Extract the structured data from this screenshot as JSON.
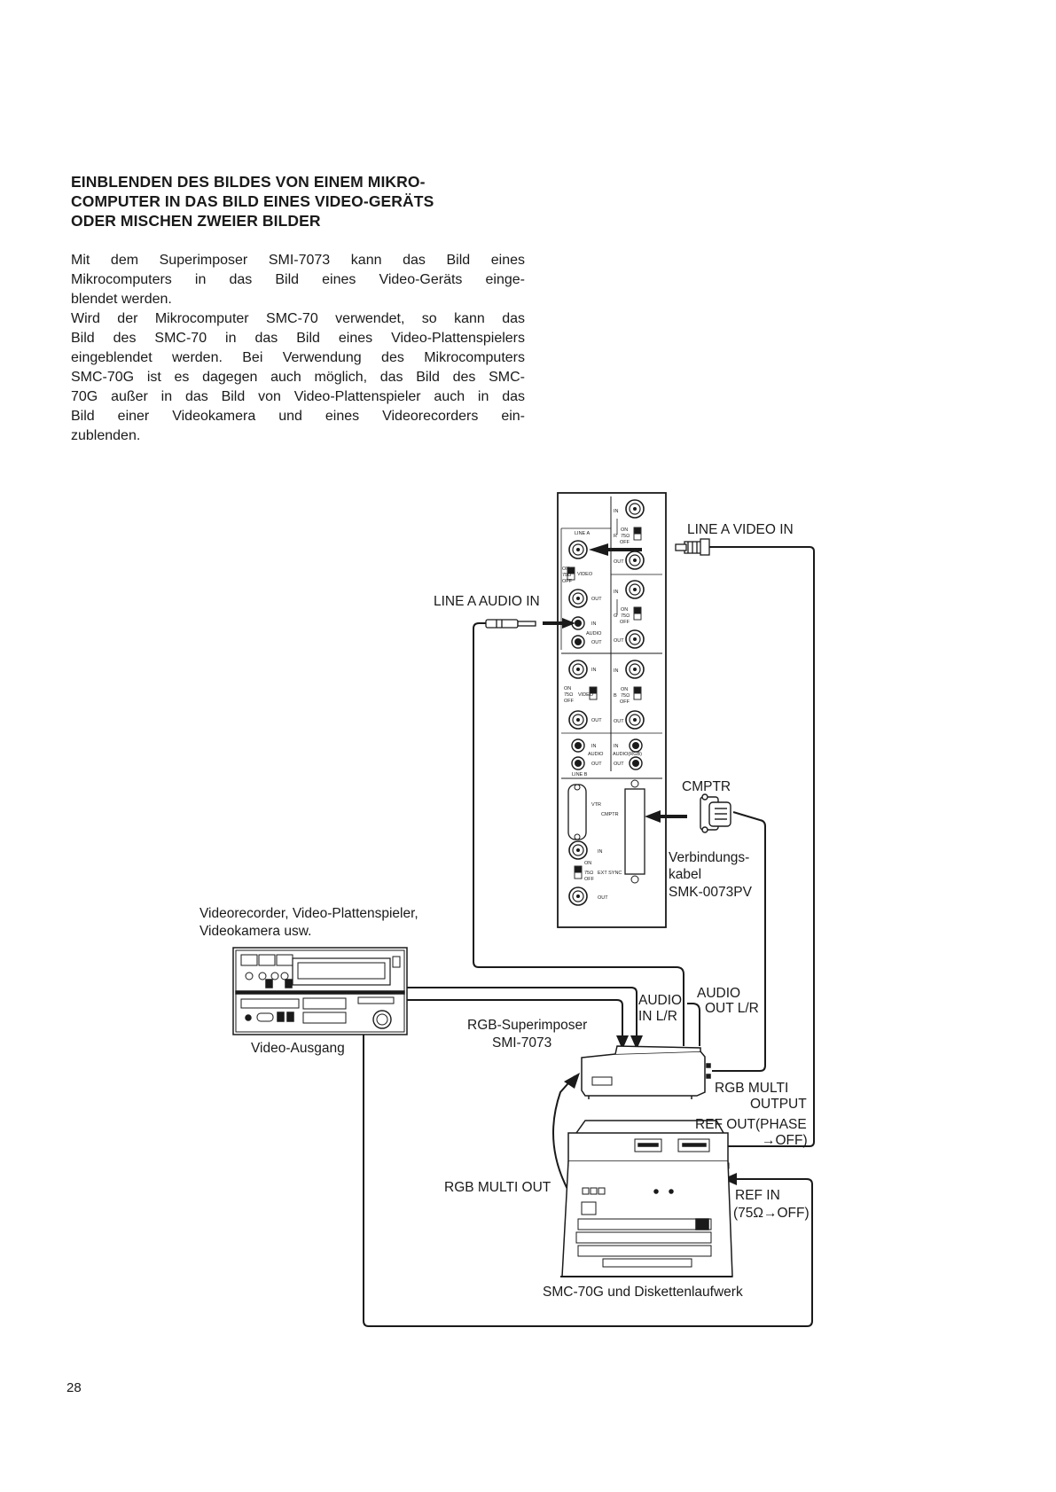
{
  "heading": {
    "lines": [
      "EINBLENDEN DES BILDES VON EINEM MIKRO-",
      "COMPUTER IN DAS BILD EINES VIDEO-GERÄTS",
      "ODER MISCHEN ZWEIER BILDER"
    ]
  },
  "body": {
    "lines": [
      "Mit dem Superimposer SMI-7073 kann das Bild eines",
      "Mikrocomputers in das Bild eines Video-Geräts einge-",
      "blendet werden.",
      "Wird der Mikrocomputer SMC-70 verwendet, so kann das",
      "Bild des SMC-70 in das Bild eines Video-Plattenspielers",
      "eingeblendet werden. Bei Verwendung des Mikrocomputers",
      "SMC-70G ist es dagegen auch möglich, das Bild des SMC-",
      "70G außer in das Bild von Video-Plattenspieler auch in das",
      "Bild einer Videokamera und eines Videorecorders ein-",
      "zublenden."
    ]
  },
  "diagram": {
    "labels": {
      "line_a_video_in": "LINE A VIDEO IN",
      "line_a_audio_in": "LINE A AUDIO IN",
      "cmptr": "CMPTR",
      "cable_1": "Verbindungs-",
      "cable_2": "kabel",
      "cable_3": "SMK-0073PV",
      "vcr_1": "Videorecorder, Video-Plattenspieler,",
      "vcr_2": "Videokamera usw.",
      "video_out": "Video-Ausgang",
      "audio_in_1": "AUDIO",
      "audio_in_2": "IN L/R",
      "audio_out_1": "AUDIO",
      "audio_out_2": "OUT L/R",
      "superimposer_1": "RGB-Superimposer",
      "superimposer_2": "SMI-7073",
      "rgb_multi_output_1": "RGB MULTI",
      "rgb_multi_output_2": "OUTPUT",
      "ref_out_1": "REF OUT(PHASE",
      "ref_out_2": "→OFF)",
      "rgb_multi_out": "RGB MULTI OUT",
      "ref_in_1": "REF IN",
      "ref_in_2": "(75Ω→OFF)",
      "computer": "SMC-70G und Diskettenlaufwerk"
    },
    "panel_labels": {
      "in": "IN",
      "out": "OUT",
      "on": "ON",
      "off": "OFF",
      "ohm": "75Ω",
      "video": "VIDEO",
      "audio": "AUDIO",
      "audio_rgb": "AUDIO(RGB)",
      "line_a": "LINE A",
      "line_b": "LINE B",
      "r": "R",
      "g": "G",
      "b": "B",
      "vtr": "VTR",
      "cmptr": "CMPTR",
      "ext_sync": "EXT SYNC"
    }
  },
  "page_number": "28"
}
